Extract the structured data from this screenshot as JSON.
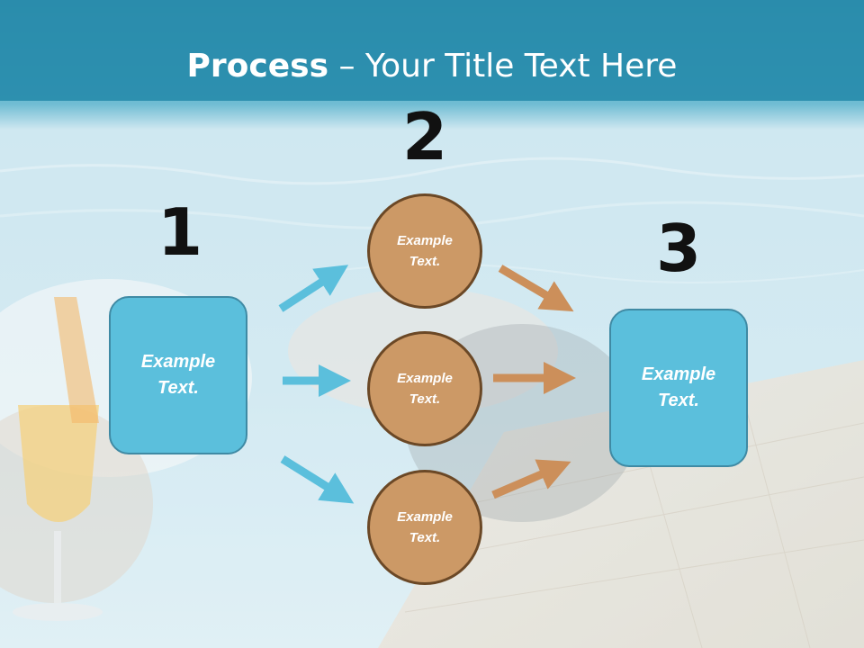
{
  "slide": {
    "title_bold": "Process",
    "title_rest": " – Your Title Text Here"
  },
  "steps": {
    "num1": "1",
    "num2": "2",
    "num3": "3"
  },
  "boxes": {
    "left": "Example Text.",
    "right": "Example Text."
  },
  "circles": [
    {
      "text": "Example Text."
    },
    {
      "text": "Example Text."
    },
    {
      "text": "Example Text."
    }
  ],
  "colors": {
    "box_fill": "#5bbfdc",
    "circle_fill": "#cc9966",
    "arrow_blue": "#5bbfdc",
    "arrow_orange": "#cc8f5a"
  }
}
